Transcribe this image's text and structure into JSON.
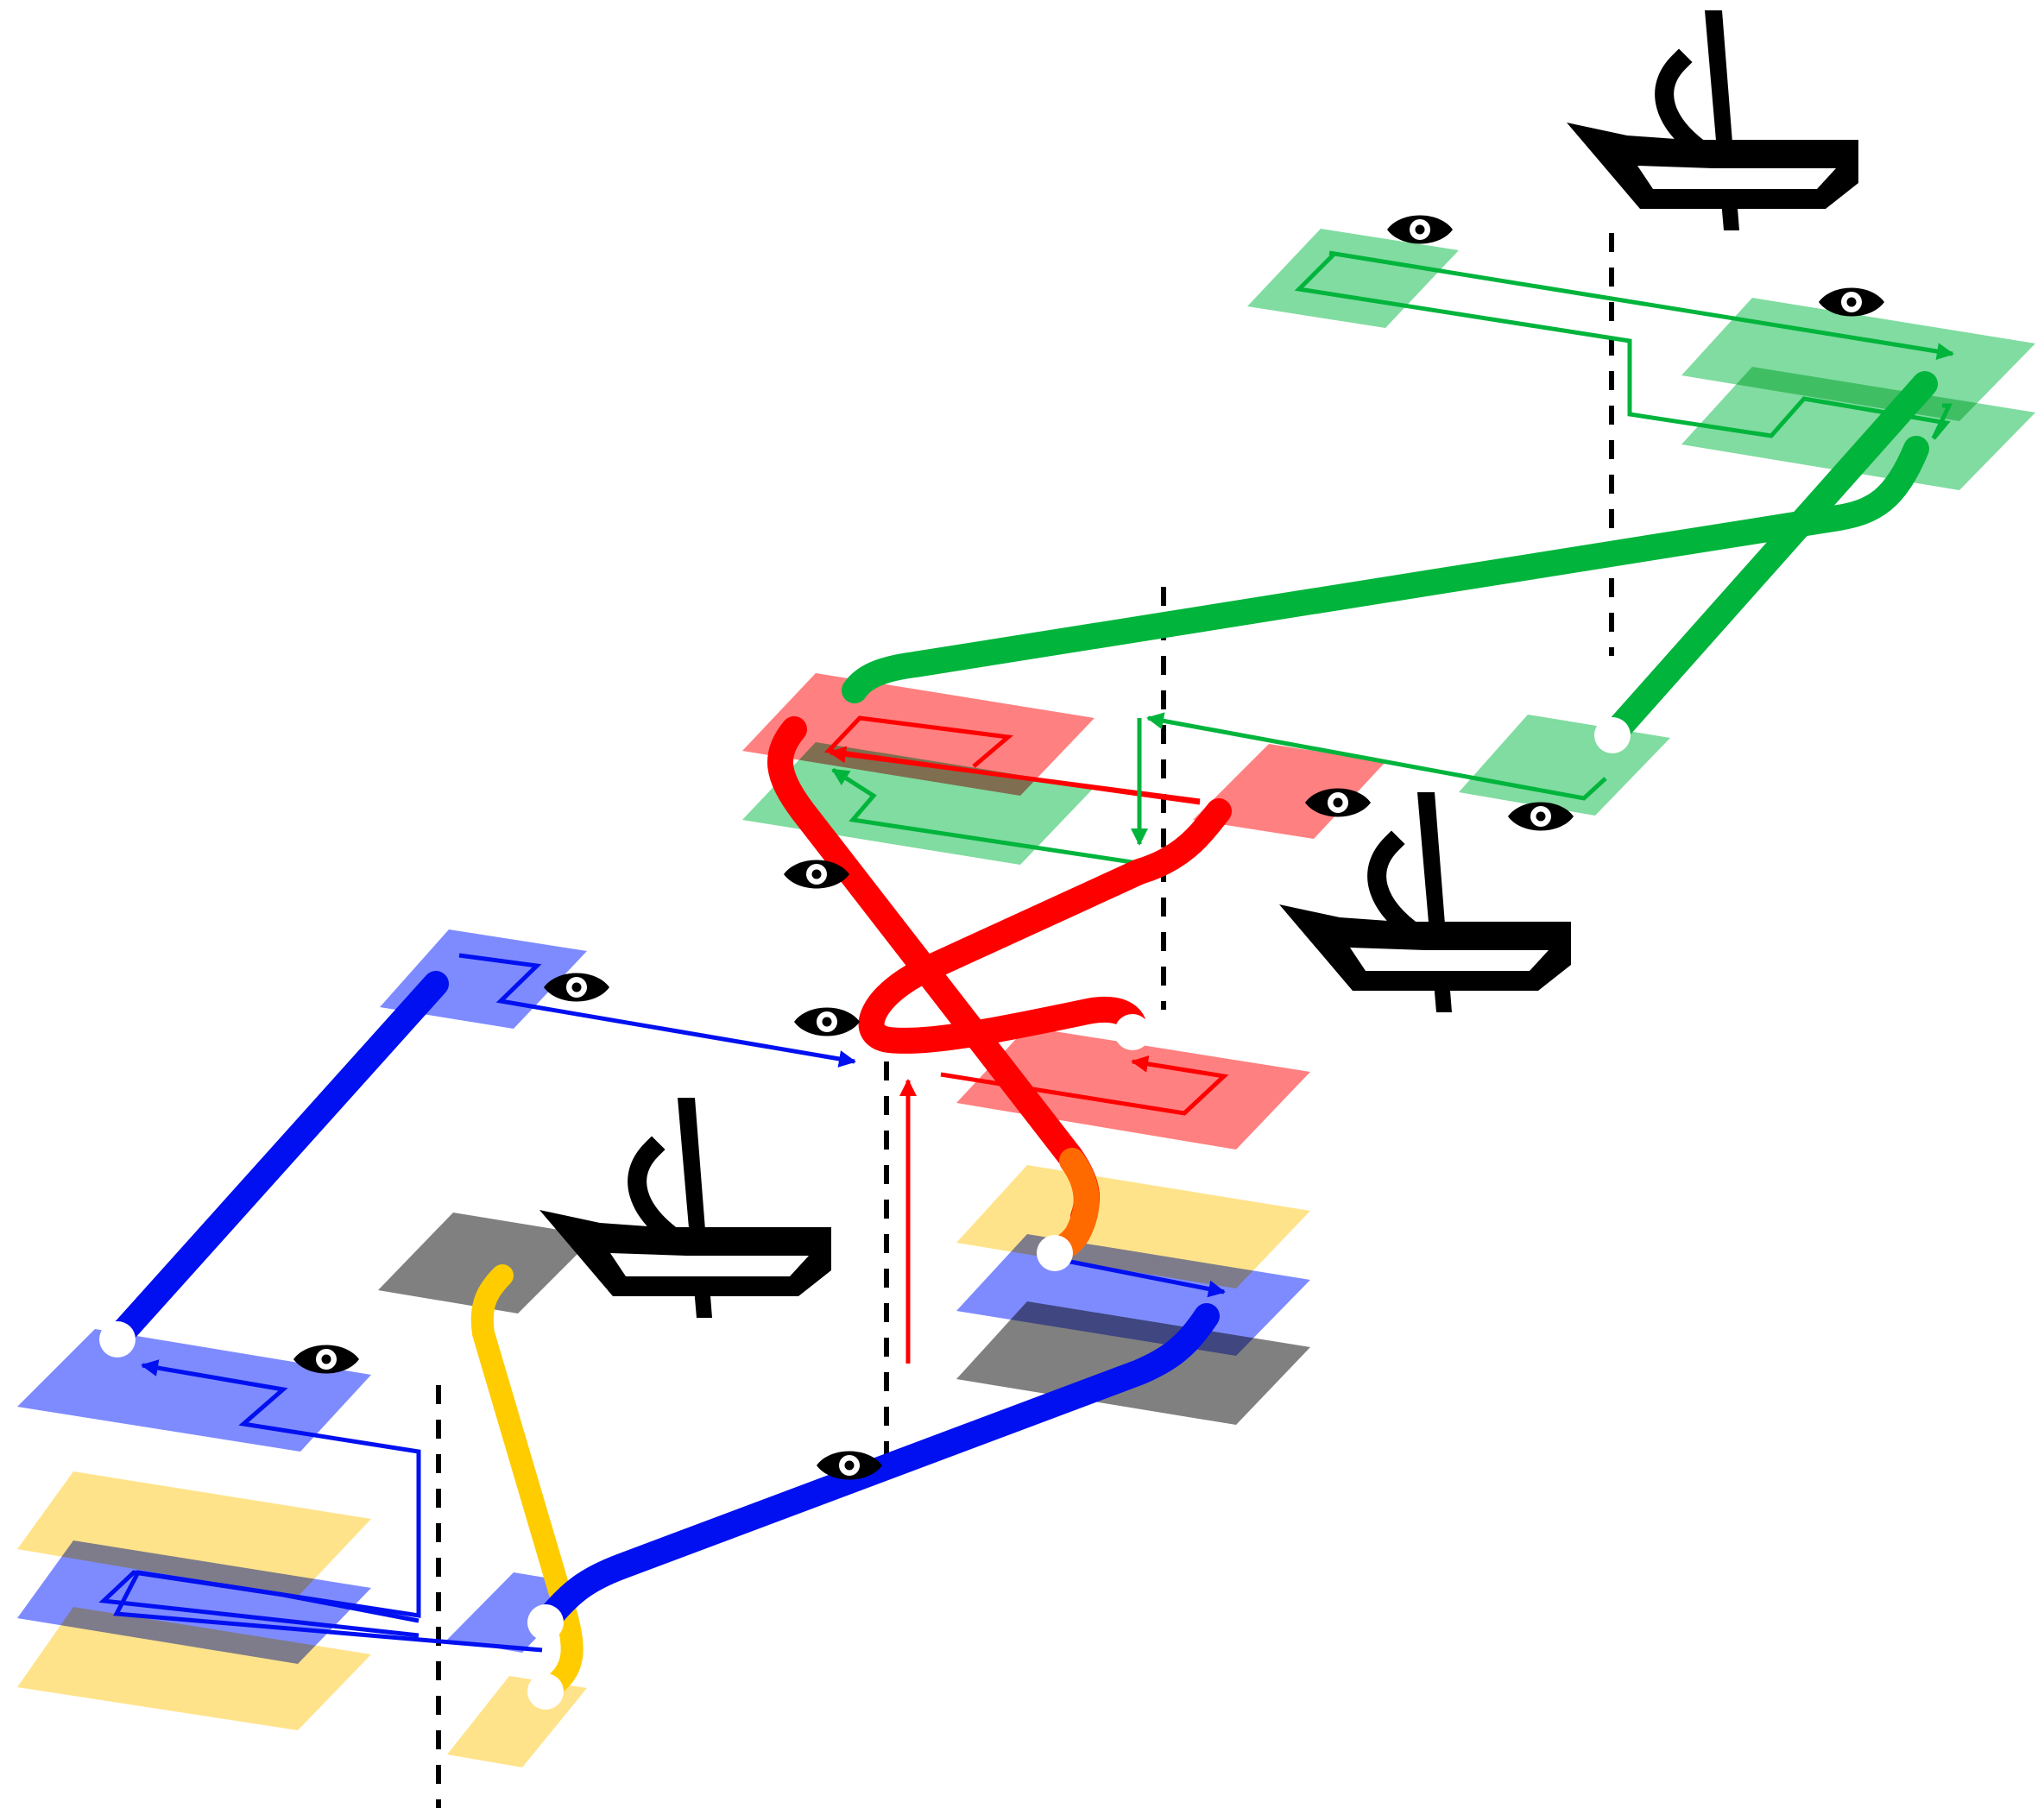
{
  "diagram": {
    "title": "",
    "colors": {
      "blue": "#0010F0",
      "blue_tile": "#7E8BFF",
      "red": "#FF0000",
      "red_tile": "#FF8080",
      "green": "#00B43C",
      "green_tile": "#80DCA0",
      "yellow": "#FFCC00",
      "yellow_tile": "#FFE38A",
      "gray_tile": "#808080",
      "orange": "#FF6A00",
      "black": "#000000",
      "white": "#FFFFFF"
    },
    "icons": {
      "eye": "eye-icon",
      "sailboat": "sailboat-icon"
    },
    "routes": [
      {
        "id": "blue-route",
        "color": "blue"
      },
      {
        "id": "red-route",
        "color": "red"
      },
      {
        "id": "green-route",
        "color": "green"
      },
      {
        "id": "yellow-route",
        "color": "yellow"
      }
    ],
    "text_labels": []
  }
}
